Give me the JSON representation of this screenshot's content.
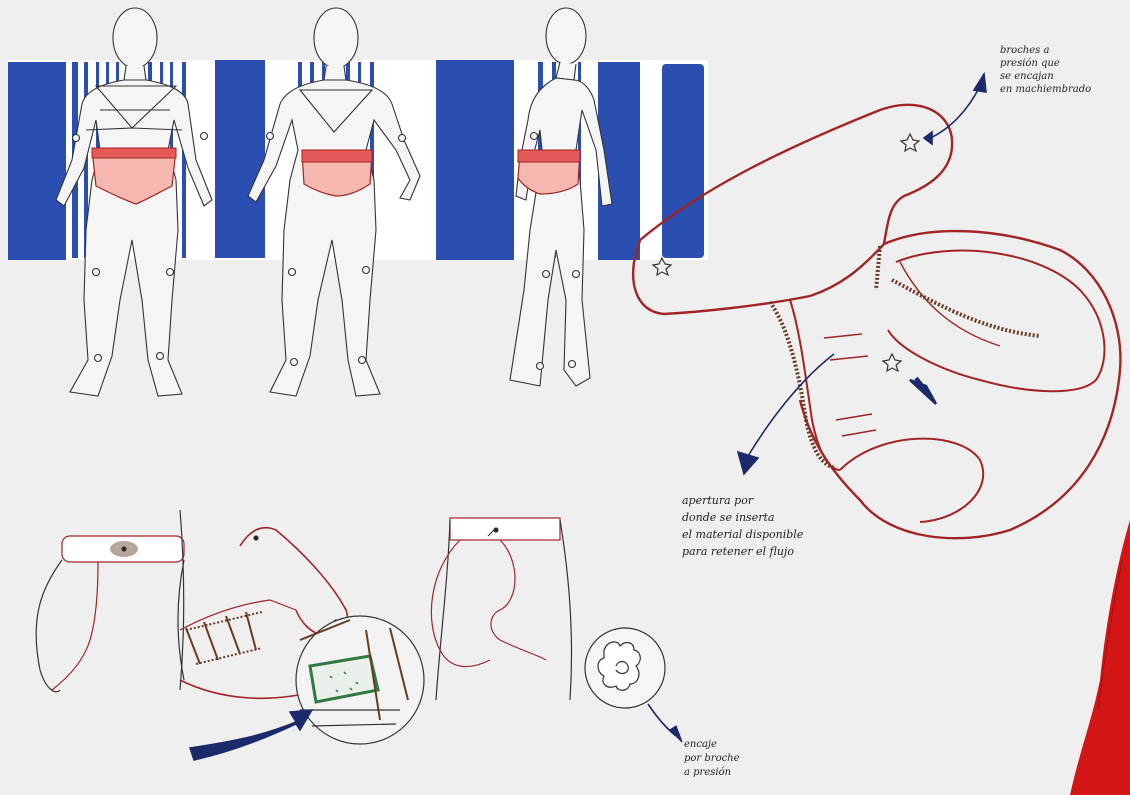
{
  "annotations": {
    "snaps": [
      "broches a",
      "presión que",
      "se encajan",
      "en machiembrado"
    ],
    "opening": [
      "apertura por",
      "donde se inserta",
      "el material disponible",
      "para retener el flujo"
    ],
    "lace": [
      "encaje",
      "por broche",
      "a presión"
    ]
  },
  "colors": {
    "background": "#efefef",
    "stripe_blue": "#2b4fb0",
    "garment_red": "#a32424",
    "brief_pink": "#f4b8b0",
    "elastic_brown": "#6b3a22",
    "arrow_navy": "#1b2a6b",
    "lining_green": "#2f7a43",
    "fabric_red": "#d41515"
  },
  "icons": [
    "snap-star-icon",
    "arrow-icon",
    "magnifier-circle-icon"
  ]
}
